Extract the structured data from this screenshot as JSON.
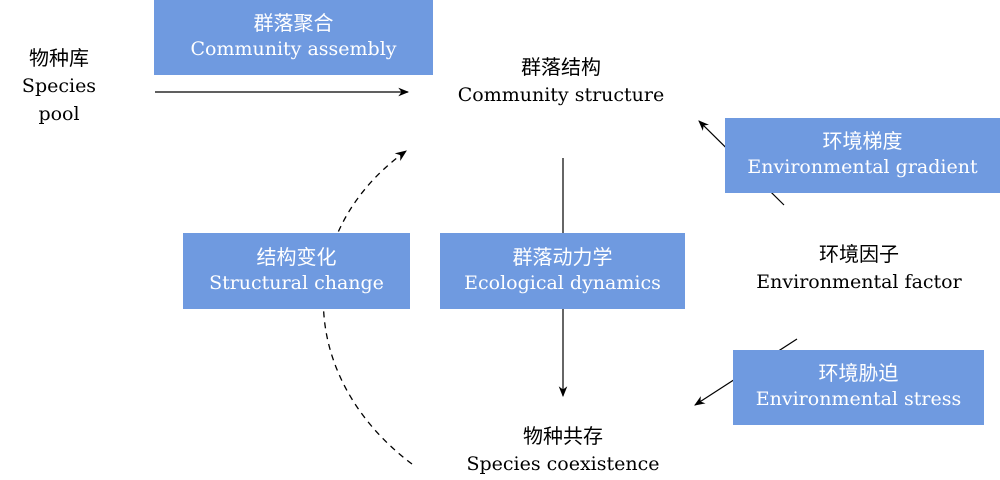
{
  "nodes": {
    "species_pool": {
      "zh": "物种库",
      "en": "Species pool"
    },
    "community_structure": {
      "zh": "群落结构",
      "en": "Community structure"
    },
    "species_coexistence": {
      "zh": "物种共存",
      "en": "Species coexistence"
    },
    "environmental_factor": {
      "zh": "环境因子",
      "en": "Environmental factor"
    }
  },
  "processes": {
    "community_assembly": {
      "zh": "群落聚合",
      "en": "Community assembly"
    },
    "structural_change": {
      "zh": "结构变化",
      "en": "Structural change"
    },
    "ecological_dynamics": {
      "zh": "群落动力学",
      "en": "Ecological dynamics"
    },
    "environmental_gradient": {
      "zh": "环境梯度",
      "en": "Environmental gradient"
    },
    "environmental_stress": {
      "zh": "环境胁迫",
      "en": "Environmental stress"
    }
  },
  "colors": {
    "box": "#6f9ae0",
    "text_on_box": "#ffffff",
    "arrow": "#000000"
  }
}
